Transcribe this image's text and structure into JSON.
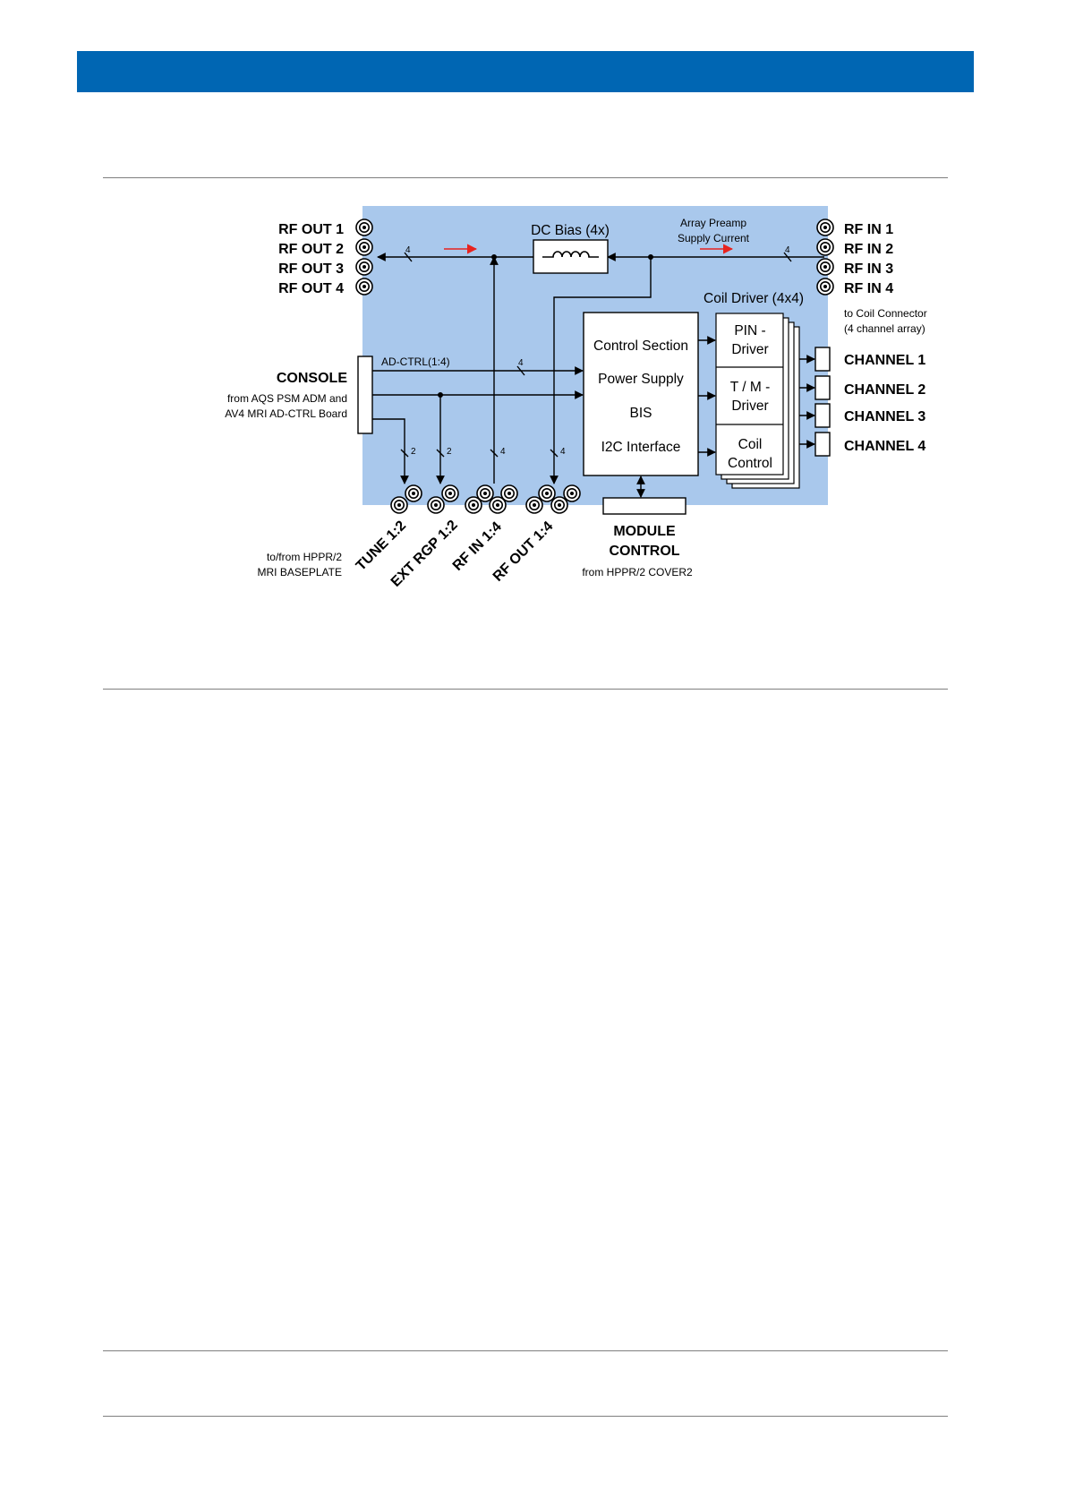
{
  "colors": {
    "header_blue": "#0066b3",
    "diagram_bg": "#a9c8ec",
    "rule_gray": "#7f7f7f",
    "supply_current_red": "#e8231e",
    "line": "#000000"
  },
  "diagram": {
    "rf_out": [
      "RF OUT 1",
      "RF OUT 2",
      "RF OUT 3",
      "RF OUT 4"
    ],
    "rf_in": [
      "RF IN 1",
      "RF IN 2",
      "RF IN 3",
      "RF IN 4"
    ],
    "dc_bias": "DC Bias (4x)",
    "array_preamp": [
      "Array Preamp",
      "Supply Current"
    ],
    "coil_driver_title": "Coil Driver (4x4)",
    "coil_connector_note": [
      "to Coil Connector",
      "(4 channel array)"
    ],
    "channels": [
      "CHANNEL 1",
      "CHANNEL 2",
      "CHANNEL 3",
      "CHANNEL 4"
    ],
    "control_block": [
      "Control Section",
      "Power Supply",
      "BIS",
      "I2C Interface"
    ],
    "driver_blocks": [
      [
        "PIN -",
        "Driver"
      ],
      [
        "T / M -",
        "Driver"
      ],
      [
        "Coil",
        "Control"
      ]
    ],
    "console": {
      "title": "CONSOLE",
      "lines": [
        "from AQS PSM ADM and",
        "AV4 MRI AD-CTRL Board"
      ]
    },
    "ad_ctrl": "AD-CTRL(1:4)",
    "bus_widths": {
      "rf_out": "4",
      "rf_in": "4",
      "ad_ctrl": "4",
      "tune": "2",
      "ext_rgp": "2",
      "rf_in_bottom": "4",
      "rf_out_bottom": "4"
    },
    "bottom_connectors": [
      "TUNE 1:2",
      "EXT RGP 1:2",
      "RF IN 1:4",
      "RF OUT 1:4"
    ],
    "baseplate_note": [
      "to/from HPPR/2",
      "MRI BASEPLATE"
    ],
    "module_control": {
      "title": [
        "MODULE",
        "CONTROL"
      ],
      "subtitle": "from HPPR/2 COVER2"
    }
  }
}
